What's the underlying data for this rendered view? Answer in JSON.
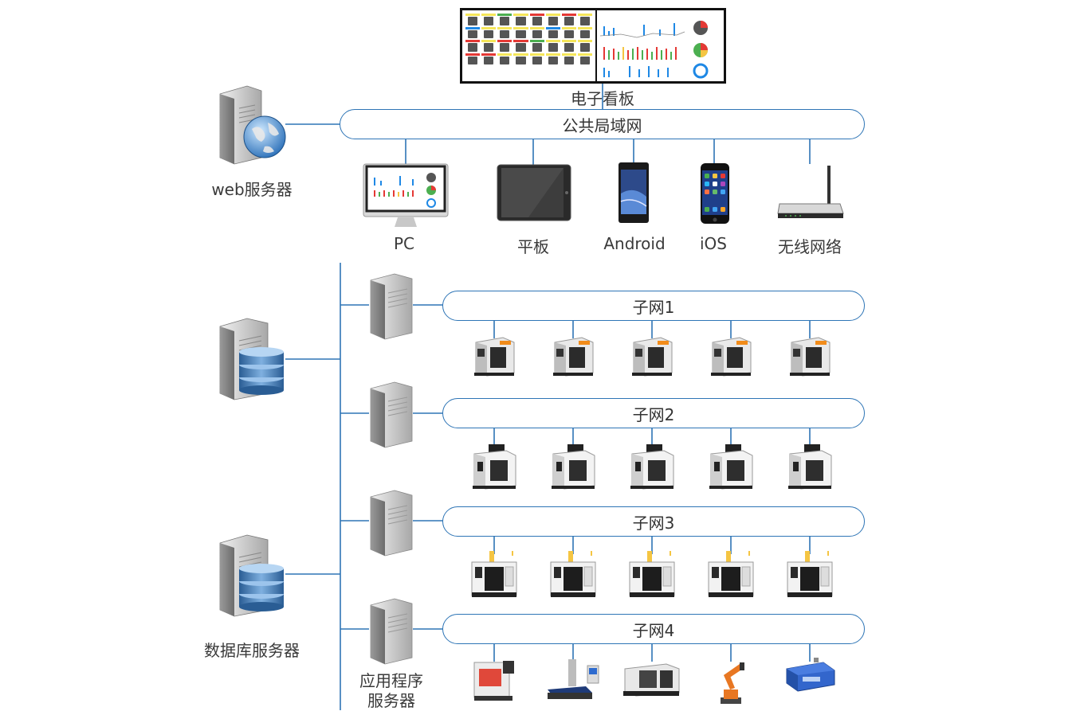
{
  "dashboard": {
    "label": "电子看板"
  },
  "public_lan": {
    "label": "公共局域网"
  },
  "web_server": {
    "label": "web服务器"
  },
  "devices": [
    {
      "label": "PC",
      "icon": "pc-monitor-icon"
    },
    {
      "label": "平板",
      "icon": "tablet-icon"
    },
    {
      "label": "Android",
      "icon": "android-phone-icon"
    },
    {
      "label": "iOS",
      "icon": "iphone-icon"
    },
    {
      "label": "无线网络",
      "icon": "wireless-router-icon"
    }
  ],
  "db_server": {
    "label": "数据库服务器"
  },
  "app_server": {
    "label_line1": "应用程序",
    "label_line2": "服务器"
  },
  "subnets": [
    {
      "label": "子网1",
      "machine": "machining-center-orange-icon"
    },
    {
      "label": "子网2",
      "machine": "cnc-machine-white-icon"
    },
    {
      "label": "子网3",
      "machine": "vertical-machining-center-icon"
    },
    {
      "label": "子网4",
      "machine": "mixed-equipment-icon"
    }
  ],
  "subnet4_machines": [
    "wire-edm-icon",
    "edm-machine-icon",
    "cnc-lathe-icon",
    "industrial-robot-icon",
    "agv-icon"
  ],
  "colors": {
    "line": "#2e75b6",
    "dash_red": "#e53935",
    "dash_yellow": "#f5e65a",
    "dash_green": "#4caf50",
    "dash_blue": "#1e88e5"
  }
}
